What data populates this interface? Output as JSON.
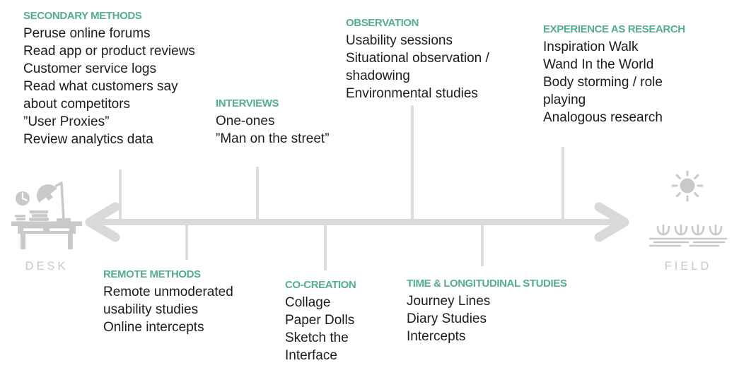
{
  "palette": {
    "accent_green": "#54ae8d",
    "body_text": "#1c1c1c",
    "arrow_gray": "#d9d9d9",
    "tick_gray": "#dfddd7",
    "icon_gray": "#c9c9c9",
    "endpoint_label_gray": "#c8c8c8"
  },
  "endpoints": {
    "left": {
      "label": "DESK",
      "icon": "desk-icon"
    },
    "right": {
      "label": "FIELD",
      "icon": "field-icon"
    }
  },
  "groups": [
    {
      "name": "secondary-methods",
      "position": "above-line",
      "title": "SECONDARY METHODS",
      "items": [
        "Peruse online forums",
        "Read app or product reviews",
        "Customer service logs",
        "Read what customers say about competitors",
        "”User Proxies”",
        "Review analytics data"
      ]
    },
    {
      "name": "interviews",
      "position": "above-line",
      "title": "INTERVIEWS",
      "items": [
        "One-ones",
        "”Man on the street”"
      ]
    },
    {
      "name": "observation",
      "position": "above-line",
      "title": "OBSERVATION",
      "items": [
        "Usability sessions",
        "Situational observation / shadowing",
        "Environmental studies"
      ]
    },
    {
      "name": "experience-as-research",
      "position": "above-line",
      "title": "EXPERIENCE AS RESEARCH",
      "items": [
        "Inspiration Walk",
        "Wand In the World",
        "Body storming / role playing",
        "Analogous research"
      ]
    },
    {
      "name": "remote-methods",
      "position": "below-line",
      "title": "REMOTE METHODS",
      "items": [
        "Remote unmoderated usability studies",
        "Online intercepts"
      ]
    },
    {
      "name": "co-creation",
      "position": "below-line",
      "title": "CO-CREATION",
      "items": [
        "Collage",
        "Paper Dolls",
        "Sketch the Interface"
      ]
    },
    {
      "name": "time-longitudinal-studies",
      "position": "below-line",
      "title": "TIME & LONGITUDINAL STUDIES",
      "items": [
        "Journey Lines",
        "Diary Studies",
        "Intercepts"
      ]
    }
  ]
}
